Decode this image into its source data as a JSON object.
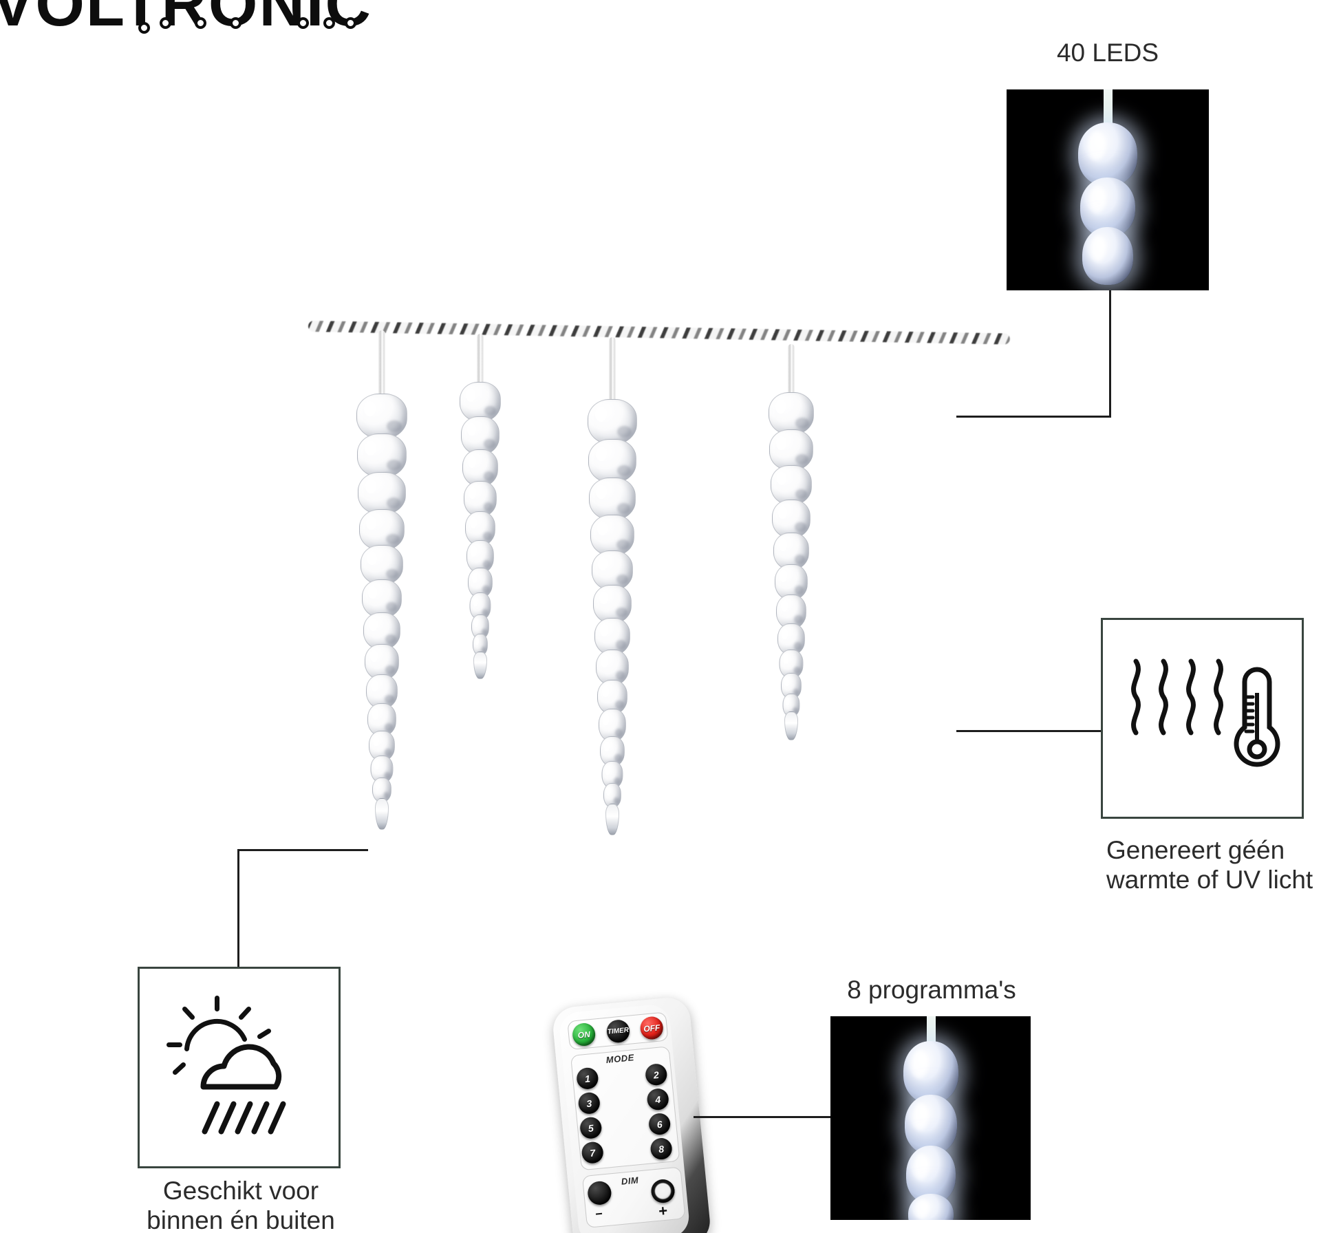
{
  "brand": {
    "name": "VOLTRONIC"
  },
  "callouts": {
    "leds": {
      "label": "40 LEDS",
      "photo_alt": "led-icicle-photo"
    },
    "programs": {
      "label": "8 programma's",
      "photo_alt": "led-icicle-photo"
    },
    "heat": {
      "line1": "Genereert géén",
      "line2": "warmte of UV licht",
      "icon": "heat-waves-thermometer-icon"
    },
    "outdoor": {
      "line1": "Geschikt voor",
      "line2": "binnen én buiten",
      "icon": "sun-cloud-rain-icon"
    }
  },
  "product": {
    "name": "led-icicle-light-string",
    "cable": "twisted-transparent-cable",
    "icicle_count": 4
  },
  "remote": {
    "name": "ir-remote-control",
    "top_row": [
      {
        "key": "ON",
        "color": "#27b23a"
      },
      {
        "key": "TIMER",
        "color": "#181818"
      },
      {
        "key": "OFF",
        "color": "#e01f17"
      }
    ],
    "mode_label": "MODE",
    "mode_keys": [
      "1",
      "2",
      "3",
      "4",
      "5",
      "6",
      "7",
      "8"
    ],
    "dim_label": "DIM",
    "dim_keys": [
      "−",
      "+"
    ]
  },
  "colors": {
    "text": "#2b2b2b",
    "line": "#1d1d1d",
    "box_border": "#39453f",
    "photo_bg": "#000000",
    "green": "#27b23a",
    "red": "#e01f17",
    "black": "#181818"
  }
}
